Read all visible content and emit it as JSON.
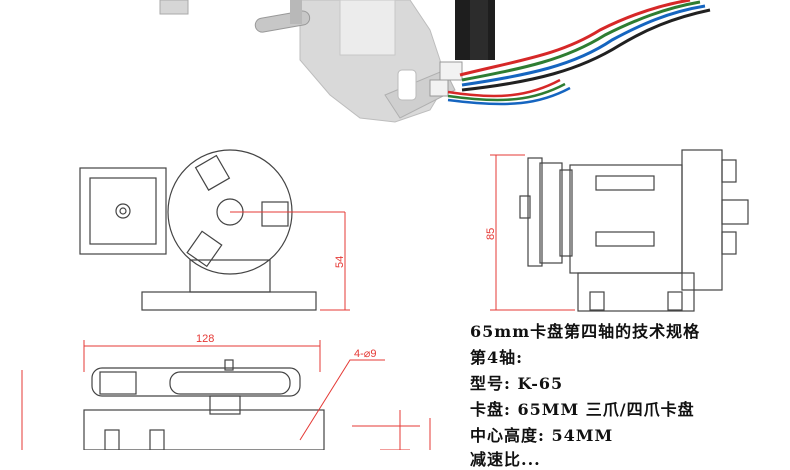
{
  "dimensions": {
    "height_85": "85",
    "center_54": "54",
    "width_128": "128",
    "holes": "4-⌀9"
  },
  "specs": {
    "title": "65mm卡盘第四轴的技术规格",
    "axis": "第4轴:",
    "model": "型号: K-65",
    "chuck": "卡盘: 65MM 三爪/四爪卡盘",
    "center_height": "中心高度: 54MM",
    "partial": "减速比..."
  },
  "colors": {
    "dimension_line": "#e53935",
    "drawing_line": "#444444",
    "text": "#111111"
  }
}
